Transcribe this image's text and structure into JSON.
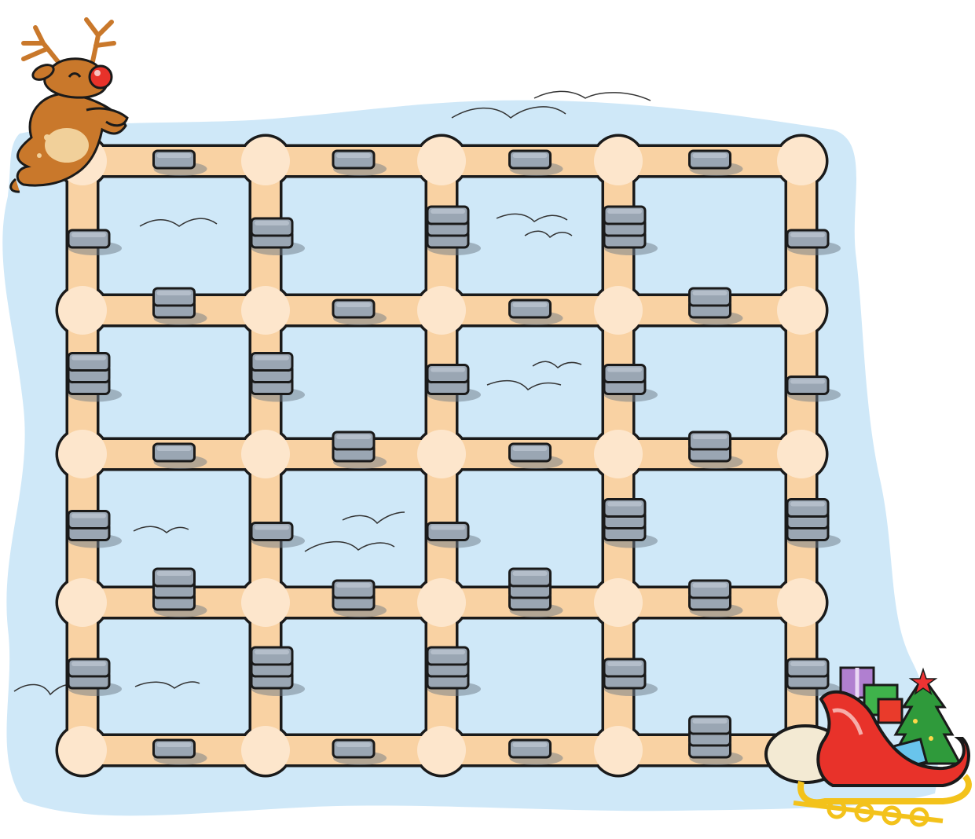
{
  "game": {
    "grid": {
      "rows": 5,
      "cols": 5
    },
    "start": {
      "row": 0,
      "col": 0,
      "character": "reindeer"
    },
    "goal": {
      "row": 4,
      "col": 4,
      "object": "sleigh-with-presents"
    },
    "horizontal_blocks": [
      [
        1,
        1,
        1,
        1
      ],
      [
        2,
        1,
        1,
        2
      ],
      [
        1,
        2,
        1,
        2
      ],
      [
        3,
        2,
        3,
        2
      ],
      [
        1,
        1,
        1,
        3
      ]
    ],
    "vertical_blocks": [
      [
        1,
        2,
        3,
        3,
        1
      ],
      [
        3,
        3,
        2,
        2,
        1
      ],
      [
        2,
        1,
        1,
        3,
        3
      ],
      [
        2,
        3,
        3,
        2,
        2
      ]
    ]
  },
  "colors": {
    "ice": "#cfe8f8",
    "path": "#f9d2a3",
    "path_border": "#1a1a1a",
    "node": "#fde6cc",
    "block": "#9aa6b3",
    "block_top": "#b7c1cc",
    "block_shadow": "#6e7a86"
  }
}
